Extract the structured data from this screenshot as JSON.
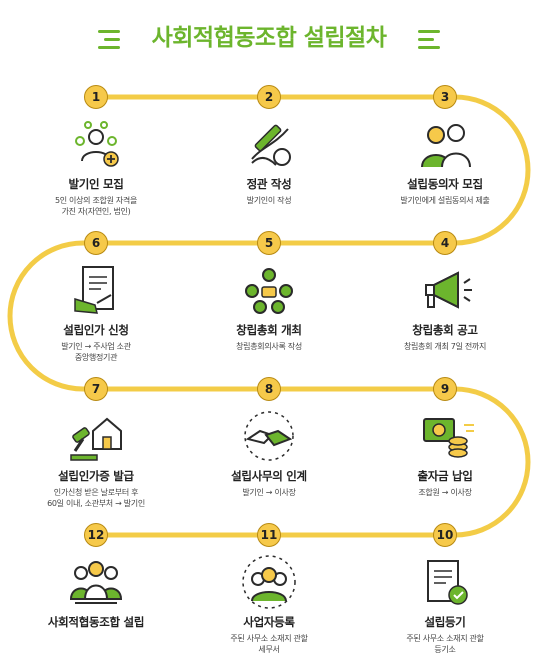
{
  "title": "사회적협동조합 설립절차",
  "colors": {
    "accent": "#6cb52d",
    "path": "#f3cc47",
    "badge": "#f6c94a",
    "ink": "#2b2b2b"
  },
  "steps": [
    {
      "num": "1",
      "label": "발기인 모집",
      "desc": "5인 이상의 조합원 자격을\n가진 자(자연인, 법인)",
      "icon": "people-plus-icon"
    },
    {
      "num": "2",
      "label": "정관 작성",
      "desc": "발기인이 작성",
      "icon": "pen-writing-icon"
    },
    {
      "num": "3",
      "label": "설립동의자 모집",
      "desc": "발기인에게 설립동의서 제출",
      "icon": "two-people-icon"
    },
    {
      "num": "4",
      "label": "창립총회 공고",
      "desc": "창립총회 개최 7일 전까지",
      "icon": "megaphone-icon"
    },
    {
      "num": "5",
      "label": "창립총회 개최",
      "desc": "창립총회의사록 작성",
      "icon": "meeting-icon"
    },
    {
      "num": "6",
      "label": "설립인가 신청",
      "desc": "발기인 → 주사업 소관\n중앙행정기관",
      "icon": "document-sign-icon"
    },
    {
      "num": "7",
      "label": "설립인가증 발급",
      "desc": "인가신청 받은 날로부터 후\n60일 이내, 소관부처 → 발기인",
      "icon": "gavel-house-icon"
    },
    {
      "num": "8",
      "label": "설립사무의 인계",
      "desc": "발기인 → 이사장",
      "icon": "handshake-icon"
    },
    {
      "num": "9",
      "label": "출자금 납입",
      "desc": "조합원 → 이사장",
      "icon": "money-coins-icon"
    },
    {
      "num": "10",
      "label": "설립등기",
      "desc": "주된 사무소 소재지 관할\n등기소",
      "icon": "certificate-icon"
    },
    {
      "num": "11",
      "label": "사업자등록",
      "desc": "주된 사무소 소재지 관할\n세무서",
      "icon": "group-people-icon"
    },
    {
      "num": "12",
      "label": "사회적협동조합 설립",
      "desc": "",
      "icon": "cooperative-people-icon"
    }
  ]
}
